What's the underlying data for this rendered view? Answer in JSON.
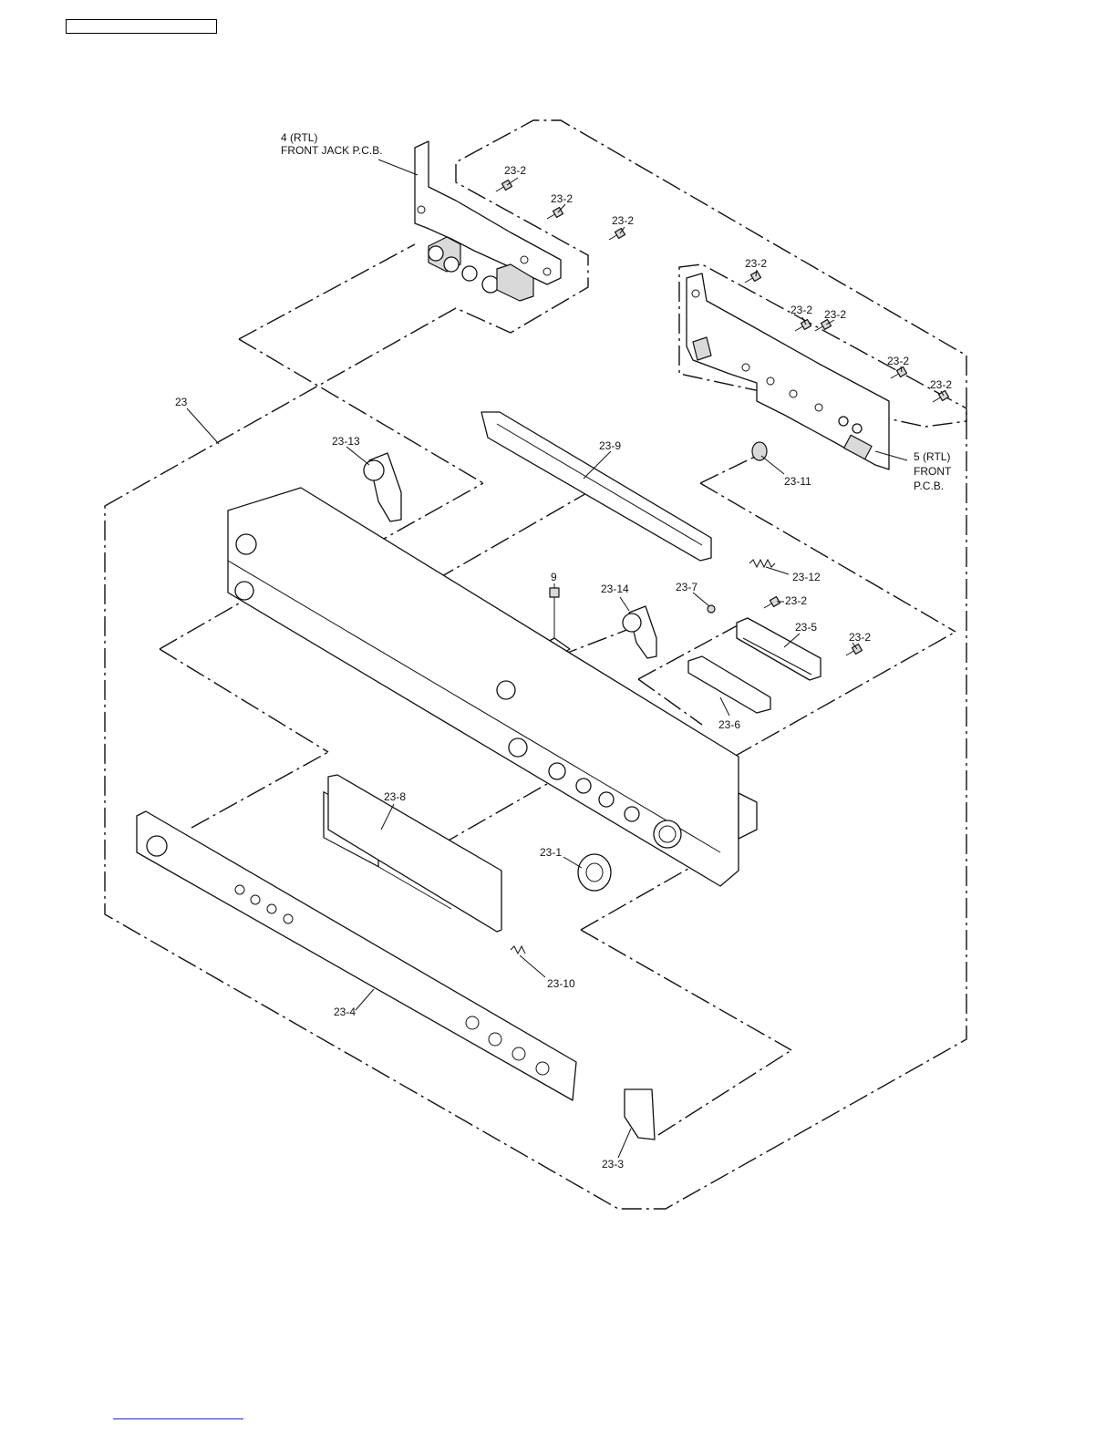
{
  "header_box_text": "",
  "labels": {
    "front_jack_pcb_num": "4 (RTL)",
    "front_jack_pcb_name": "FRONT JACK P.C.B.",
    "front_pcb_num": "5 (RTL)",
    "front_pcb_line2": "FRONT",
    "front_pcb_line3": "P.C.B.",
    "l_23": "23",
    "l_23_1": "23-1",
    "l_23_2_a": "23-2",
    "l_23_2_b": "23-2",
    "l_23_2_c": "23-2",
    "l_23_2_d": "23-2",
    "l_23_2_e": "23-2",
    "l_23_2_f": "23-2",
    "l_23_2_g": "23-2",
    "l_23_2_h": "23-2",
    "l_23_2_i": "23-2",
    "l_23_2_j": "23-2",
    "l_23_3": "23-3",
    "l_23_4": "23-4",
    "l_23_5": "23-5",
    "l_23_6": "23-6",
    "l_23_7": "23-7",
    "l_23_8": "23-8",
    "l_23_9": "23-9",
    "l_23_10": "23-10",
    "l_23_11": "23-11",
    "l_23_12": "23-12",
    "l_23_13": "23-13",
    "l_23_14": "23-14",
    "l_9": "9"
  }
}
